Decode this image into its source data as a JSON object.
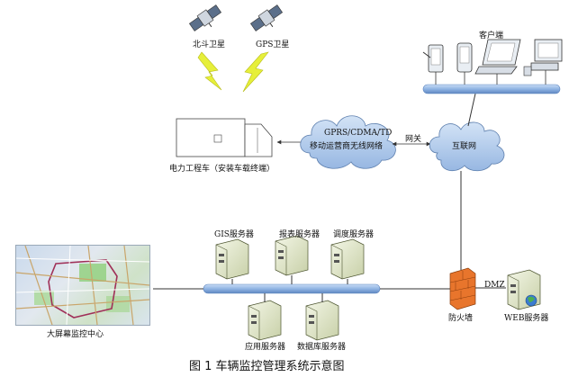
{
  "labels": {
    "beidou": "北斗卫星",
    "gps": "GPS卫星",
    "client": "客户端",
    "vehicle": "电力工程车（安装车载终端）",
    "mobile_net_line1": "GPRS/CDMA/TD",
    "mobile_net_line2": "移动运营商无线网络",
    "gateway": "网关",
    "internet": "互联网",
    "gis": "GIS服务器",
    "report": "报表服务器",
    "dispatch": "调度服务器",
    "app": "应用服务器",
    "database": "数据库服务器",
    "firewall": "防火墙",
    "dmz": "DMZ",
    "web": "WEB服务器",
    "monitor": "大屏幕监控中心",
    "caption": "图 1  车辆监控管理系统示意图"
  },
  "colors": {
    "bus": "#8fb4e3",
    "cloud": "#a9c4e8",
    "server": "#e6ecd2",
    "firewall": "#e8752c",
    "lightning": "#e6ef3a"
  },
  "icons": [
    "satellite-icon",
    "pda-icon",
    "phone-icon",
    "laptop-icon",
    "desktop-icon",
    "server-icon",
    "firewall-icon",
    "cloud-icon",
    "lightning-icon",
    "truck-icon"
  ]
}
